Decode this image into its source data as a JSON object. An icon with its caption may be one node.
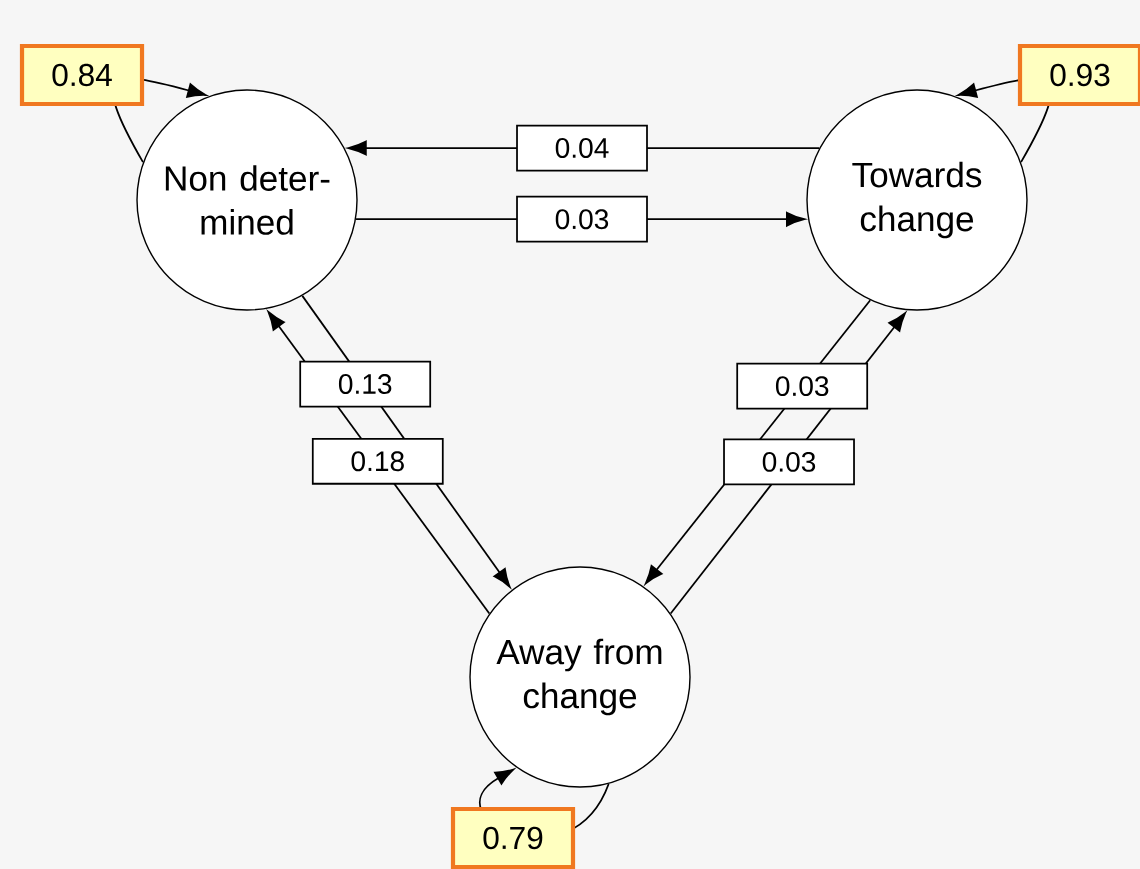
{
  "diagram": {
    "nodes": [
      {
        "text": [
          "Non deter- mined"
        ]
      },
      {
        "text": [
          "Towards change"
        ]
      },
      {
        "text": [
          "Away from change"
        ]
      }
    ],
    "edges": [
      {
        "from": 1,
        "to": 0,
        "arrow": "to",
        "label": "0.04"
      },
      {
        "from": 0,
        "to": 1,
        "arrow": "to",
        "label": "0.03"
      },
      {
        "from": 0,
        "to": 2,
        "arrow": "to",
        "label": "0.13"
      },
      {
        "from": 2,
        "to": 0,
        "arrow": "to",
        "label": "0.18"
      },
      {
        "from": 1,
        "to": 2,
        "arrow": "to",
        "label": "0.03"
      },
      {
        "from": 2,
        "to": 1,
        "arrow": "to",
        "label": "0.03"
      },
      {
        "from": 0,
        "to": 0,
        "arrow": "to",
        "label": "0.84"
      },
      {
        "from": 1,
        "to": 1,
        "arrow": "to",
        "label": "0.93"
      },
      {
        "from": 2,
        "to": 2,
        "arrow": "to",
        "label": "0.79"
      }
    ]
  }
}
